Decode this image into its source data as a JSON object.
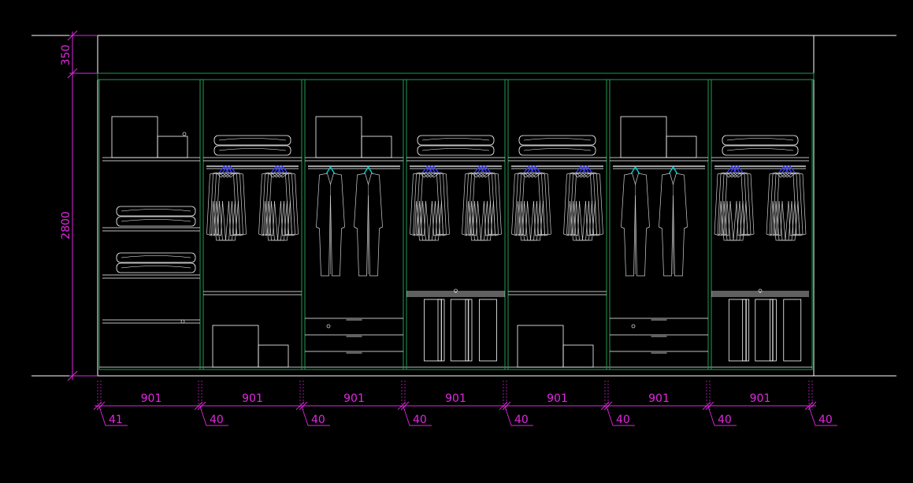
{
  "drawing": {
    "vertical_dims": [
      "350",
      "2800"
    ],
    "bay_widths": [
      "901",
      "901",
      "901",
      "901",
      "901",
      "901",
      "901"
    ],
    "panel_thicknesses": [
      "41",
      "40",
      "40",
      "40",
      "40",
      "40",
      "40",
      "40"
    ],
    "bay_contents": [
      "shelving-boxes-folded",
      "hanging-folded-boxes",
      "boxes-long-hanging-drawers",
      "hanging-folded-trousers",
      "hanging-folded-boxes",
      "boxes-long-hanging-drawers",
      "hanging-folded-trousers"
    ]
  },
  "colors": {
    "background": "#000000",
    "outline": "#ffffff",
    "carcass": "#1f9d55",
    "dimension": "#e028e0",
    "content": "#d0d0d0",
    "hanger_blue": "#3b3bff",
    "hanger_cyan": "#00d0d0"
  }
}
